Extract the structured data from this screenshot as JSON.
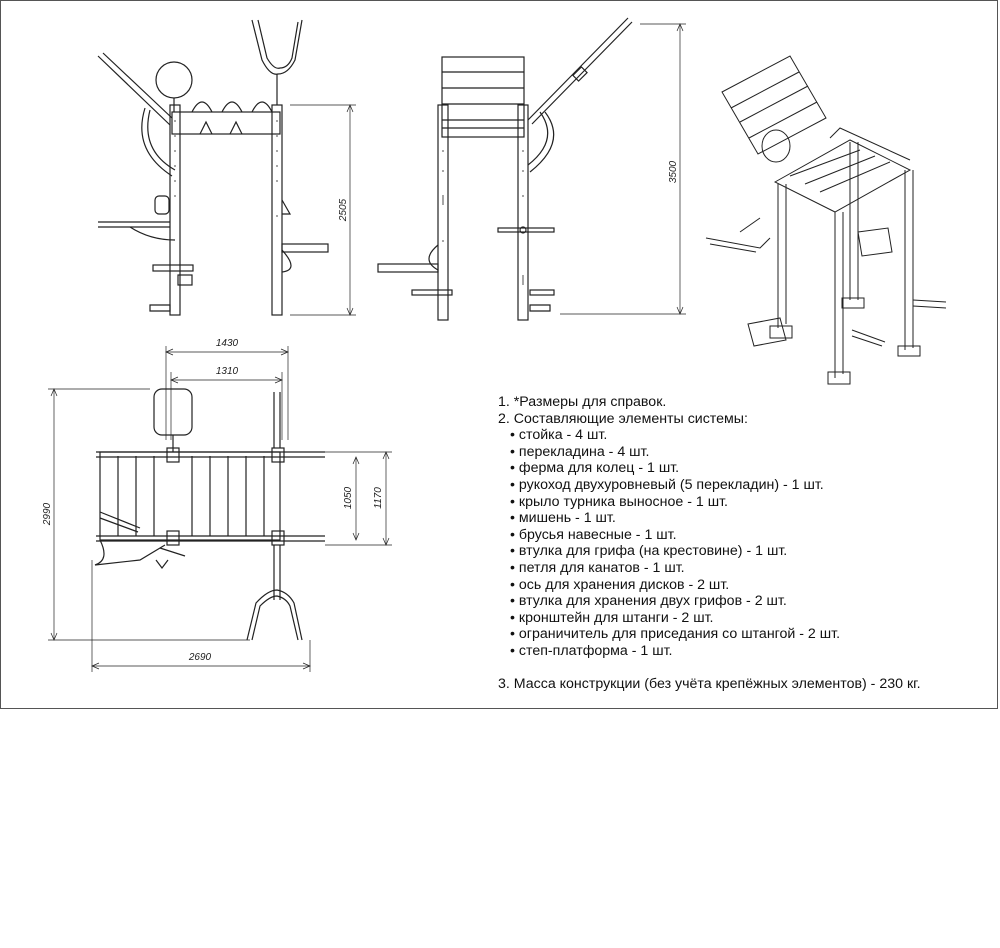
{
  "dimensions": {
    "side_height": "2505",
    "front_height": "3500",
    "plan_width_outer": "1430",
    "plan_width_inner": "1310",
    "plan_depth_total": "2990",
    "plan_length_total": "2690",
    "plan_height_inner": "1050",
    "plan_height_outer": "1170"
  },
  "notes": {
    "item1": "1. *Размеры для справок.",
    "item2": "2. Составляющие элементы системы:",
    "components": [
      "стойка - 4 шт.",
      "перекладина - 4 шт.",
      "ферма для колец - 1 шт.",
      "рукоход двухуровневый (5 перекладин) - 1 шт.",
      "крыло турника выносное - 1 шт.",
      "мишень - 1 шт.",
      "брусья навесные - 1 шт.",
      "втулка для грифа (на крестовине) - 1 шт.",
      "петля для канатов - 1 шт.",
      "ось для хранения дисков - 2 шт.",
      "втулка для хранения двух грифов - 2 шт.",
      "кронштейн для штанги - 2 шт.",
      "ограничитель для приседания со штангой - 2 шт.",
      "степ-платформа - 1 шт."
    ],
    "item3": "3. Масса конструкции (без учёта крепёжных элементов) - 230 кг."
  }
}
